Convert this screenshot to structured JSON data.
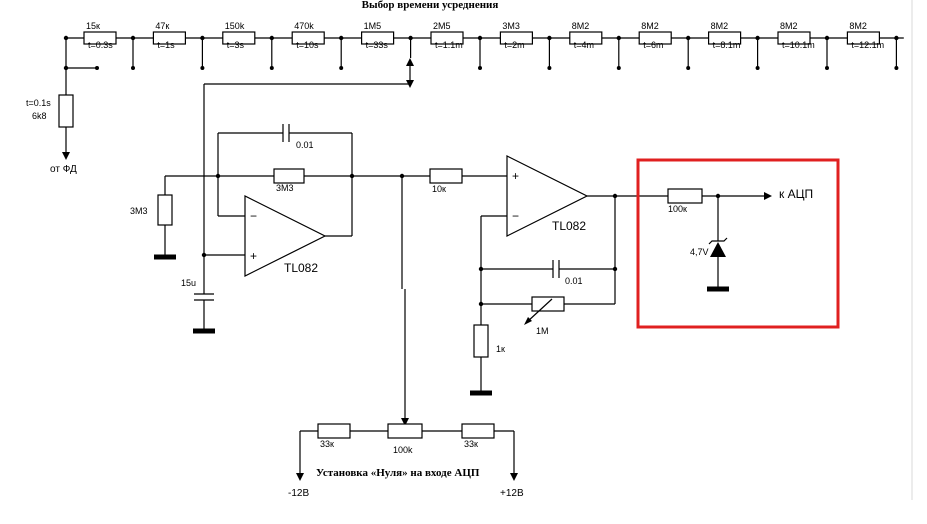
{
  "diagram": {
    "title": "Выбор времени усреднения",
    "bottom_label": "Установка «Нуля» на входе АЦП",
    "chain": [
      {
        "r": "15к",
        "t": "t=0.3s"
      },
      {
        "r": "47к",
        "t": "t=1s"
      },
      {
        "r": "150k",
        "t": "t=3s"
      },
      {
        "r": "470k",
        "t": "t=10s"
      },
      {
        "r": "1M5",
        "t": "t=33s"
      },
      {
        "r": "2M5",
        "t": "t=1.1m"
      },
      {
        "r": "3M3",
        "t": "t=2m"
      },
      {
        "r": "8M2",
        "t": "t=4m"
      },
      {
        "r": "8M2",
        "t": "t=6m"
      },
      {
        "r": "8M2",
        "t": "t=8.1m"
      },
      {
        "r": "8M2",
        "t": "t=10.1m"
      },
      {
        "r": "8M2",
        "t": "t=12.1m"
      }
    ],
    "input_res": {
      "t": "t=0.1s",
      "r": "6k8"
    },
    "input_label": "от ФД",
    "r_3m3_left": "3M3",
    "r_3m3_fb": "3M3",
    "c_fb1": "0.01",
    "c_15u": "15u",
    "opamp1": "TL082",
    "opamp2": "TL082",
    "r_10k": "10к",
    "c_fb2": "0.01",
    "pot_1m": "1M",
    "r_1k": "1к",
    "r_100k_out": "100к",
    "zener": "4,7V",
    "adc_label": "к АЦП",
    "r_33k_left": "33к",
    "pot_100k": "100k",
    "r_33k_right": "33к",
    "minus12": "-12В",
    "plus12": "+12В"
  }
}
